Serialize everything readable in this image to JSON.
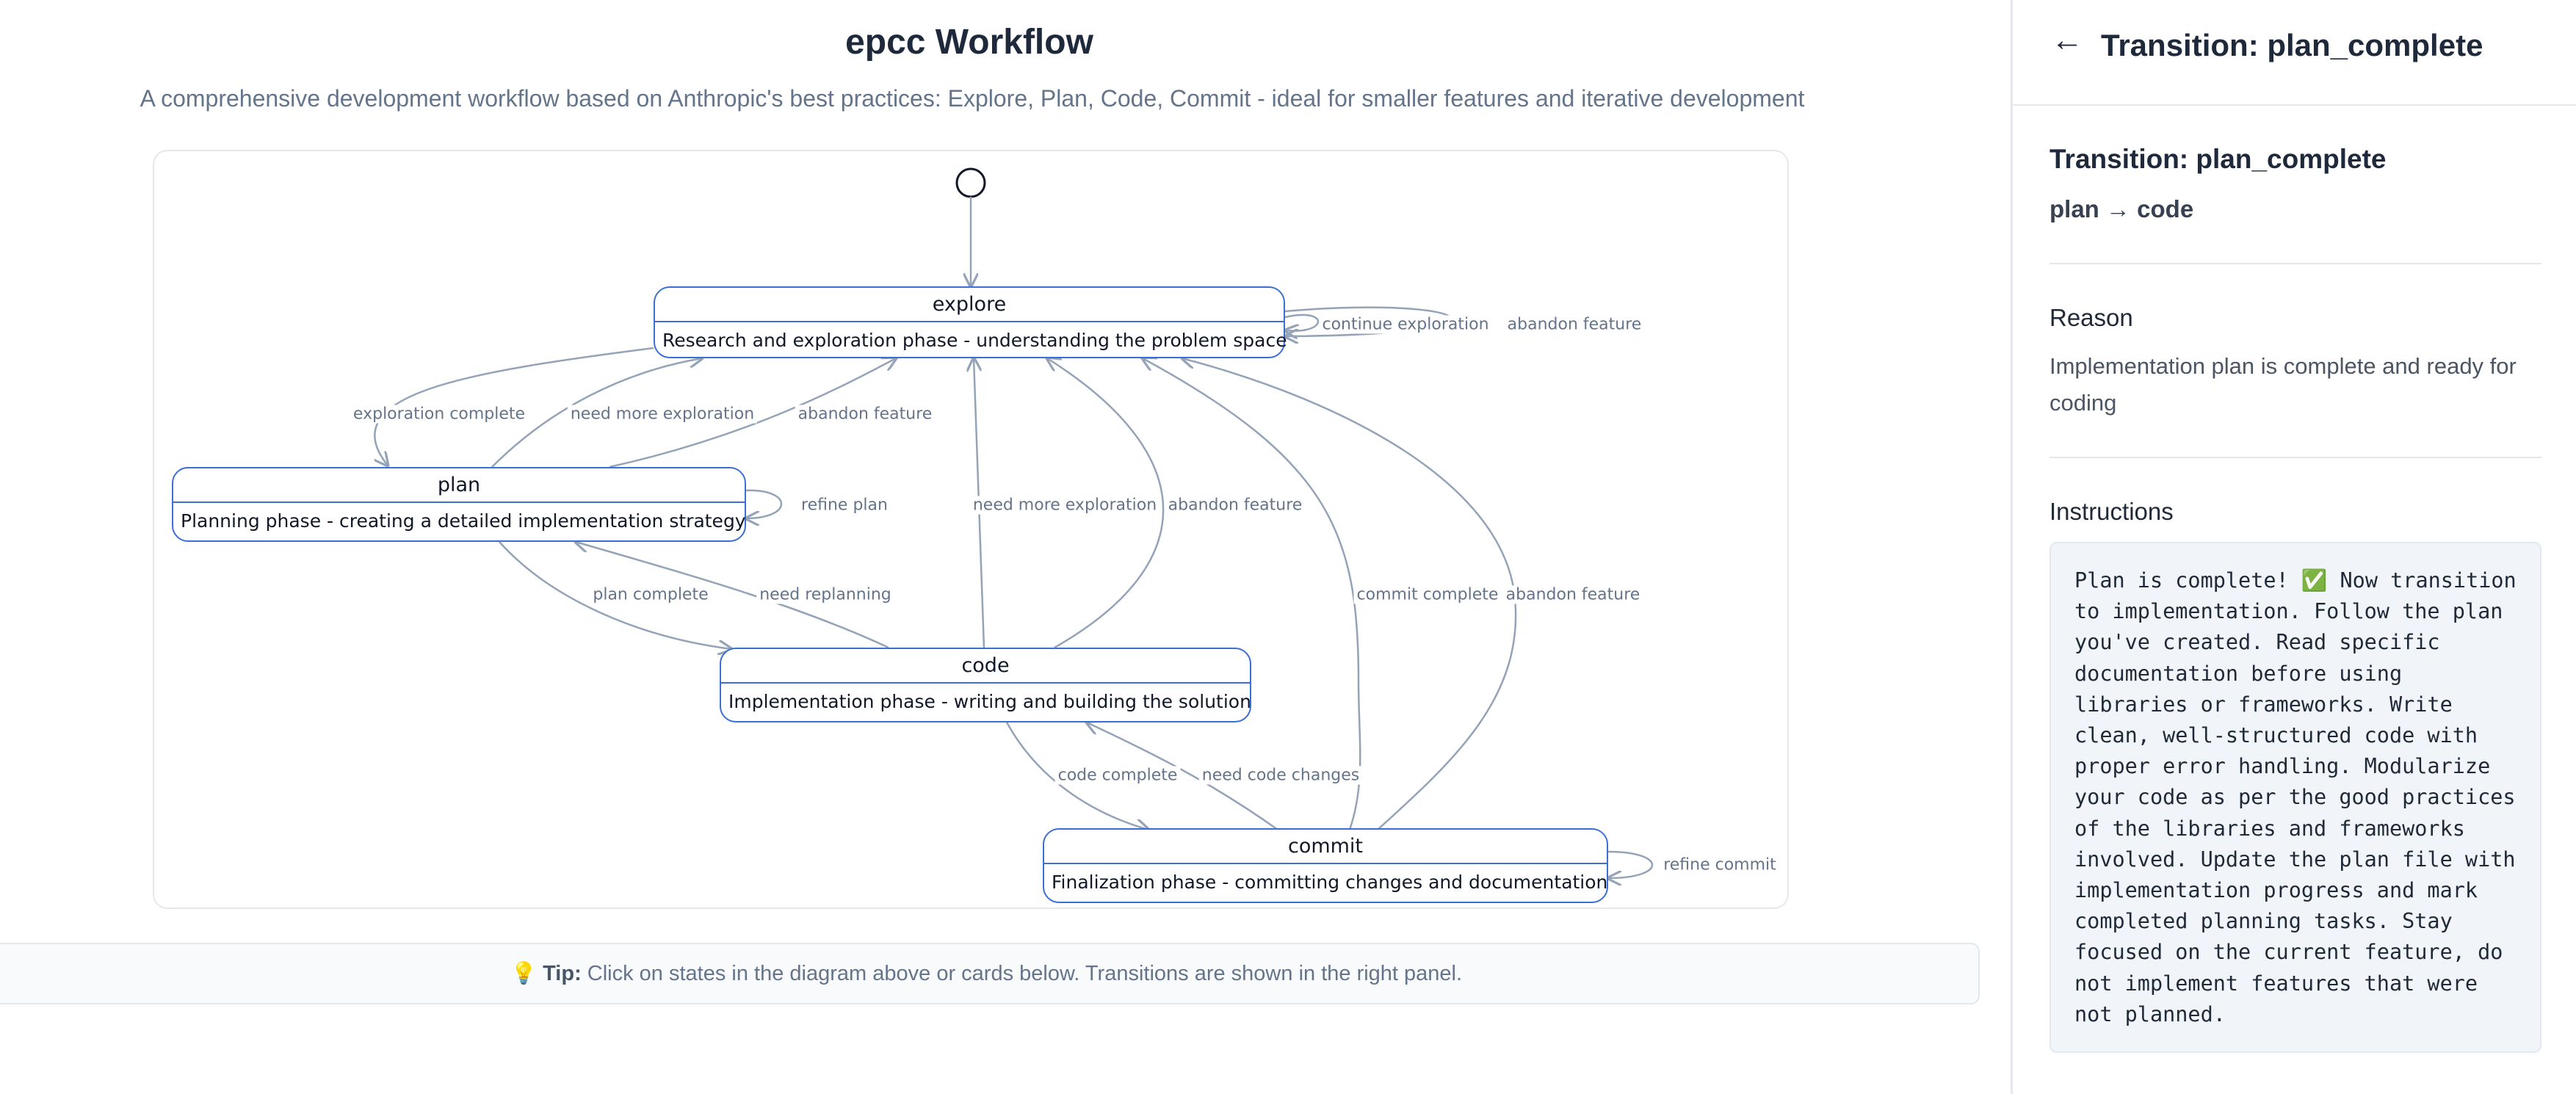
{
  "workflow": {
    "title": "epcc Workflow",
    "description": "A comprehensive development workflow based on Anthropic's best practices: Explore, Plan, Code, Commit - ideal for smaller features and iterative development"
  },
  "diagram": {
    "states": {
      "explore": {
        "name": "explore",
        "description": "Research and exploration phase - understanding the problem space"
      },
      "plan": {
        "name": "plan",
        "description": "Planning phase - creating a detailed implementation strategy"
      },
      "code": {
        "name": "code",
        "description": "Implementation phase - writing and building the solution"
      },
      "commit": {
        "name": "commit",
        "description": "Finalization phase - committing changes and documentation"
      }
    },
    "edges": {
      "continue_exploration": "continue exploration",
      "abandon_feature_explore": "abandon feature",
      "exploration_complete": "exploration complete",
      "need_more_exploration_plan": "need more exploration",
      "abandon_feature_plan": "abandon feature",
      "refine_plan": "refine plan",
      "need_more_exploration_code": "need more exploration",
      "abandon_feature_code": "abandon feature",
      "plan_complete": "plan complete",
      "need_replanning": "need replanning",
      "commit_complete": "commit complete",
      "abandon_feature_commit": "abandon feature",
      "code_complete": "code complete",
      "need_code_changes": "need code changes",
      "refine_commit": "refine commit"
    },
    "colors": {
      "state_border": "#3b6fd6",
      "edge": "#94a3b8"
    }
  },
  "tip": {
    "icon": "lightbulb-icon",
    "label": "Tip:",
    "text": "Click on states in the diagram above or cards below. Transitions are shown in the right panel."
  },
  "panel": {
    "back_icon": "←",
    "header_title": "Transition: plan_complete",
    "heading": "Transition: plan_complete",
    "route": "plan → code",
    "reason_title": "Reason",
    "reason": "Implementation plan is complete and ready for coding",
    "instructions_title": "Instructions",
    "instructions": "Plan is complete! ✅ Now transition to implementation. Follow the plan you've created. Read specific documentation before using libraries or frameworks. Write clean, well-structured code with proper error handling. Modularize your code as per the good practices of the libraries and frameworks involved. Update the plan file with implementation progress and mark completed planning tasks. Stay focused on the current feature, do not implement features that were not planned."
  }
}
